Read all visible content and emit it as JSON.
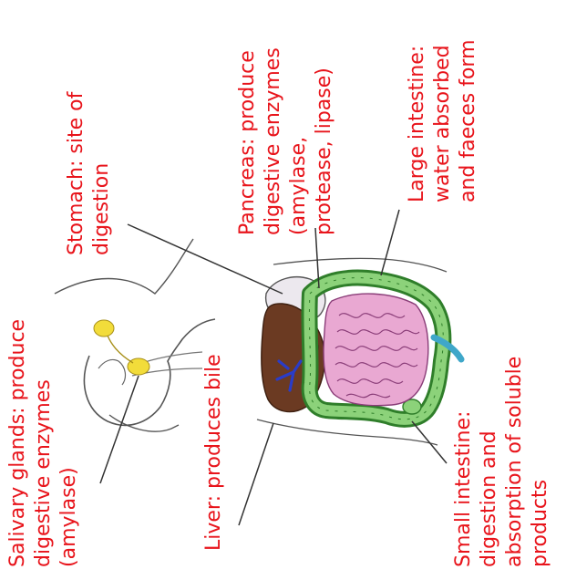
{
  "colors": {
    "label_text": "#e8141b",
    "leader_line": "#333333",
    "small_intestine_fill": "#e9a8d2",
    "large_intestine_fill": "#8cd27a",
    "liver_fill": "#6b3a22",
    "stomach_fill": "#ece8ee",
    "salivary_gland_fill": "#f2dc3a",
    "bile_duct_fill": "#2a3cc8"
  },
  "labels": {
    "salivary_glands": [
      "Salivary glands: produce",
      "digestive enzymes",
      "(amylase)"
    ],
    "liver": [
      "Liver: produces bile"
    ],
    "stomach": [
      "Stomach: site of",
      "digestion"
    ],
    "pancreas": [
      "Pancreas: produce",
      "digestive enzymes",
      "(amylase,",
      "protease, lipase)"
    ],
    "large_intestine": [
      "Large intestine:",
      "water absorbed",
      "and faeces form"
    ],
    "small_intestine": [
      "Small intestine:",
      "digestion and",
      "absorption of soluble",
      "products"
    ]
  }
}
